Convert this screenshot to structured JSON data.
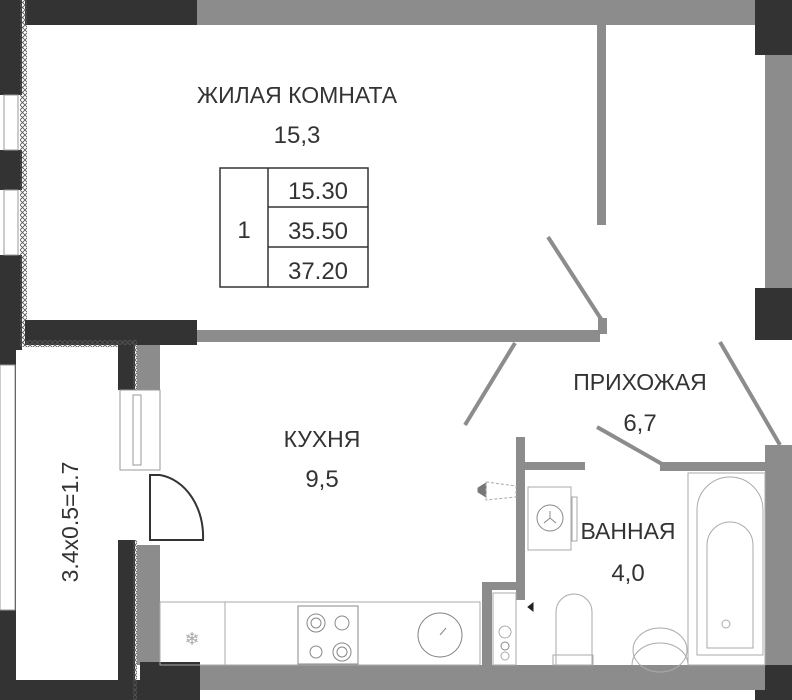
{
  "rooms": {
    "living": {
      "name": "ЖИЛАЯ КОМНАТА",
      "area": "15,3"
    },
    "kitchen": {
      "name": "КУХНЯ",
      "area": "9,5"
    },
    "hall": {
      "name": "ПРИХОЖАЯ",
      "area": "6,7"
    },
    "bath": {
      "name": "ВАННАЯ",
      "area": "4,0"
    },
    "balcony": {
      "label": "3.4x0.5=1.7"
    }
  },
  "summary_table": {
    "rooms_count": "1",
    "living_area": "15.30",
    "total_area": "35.50",
    "total_with_balcony": "37.20"
  },
  "colors": {
    "wall_dark": "#333333",
    "wall_gray": "#8c8c8c",
    "fixture": "#999999"
  }
}
